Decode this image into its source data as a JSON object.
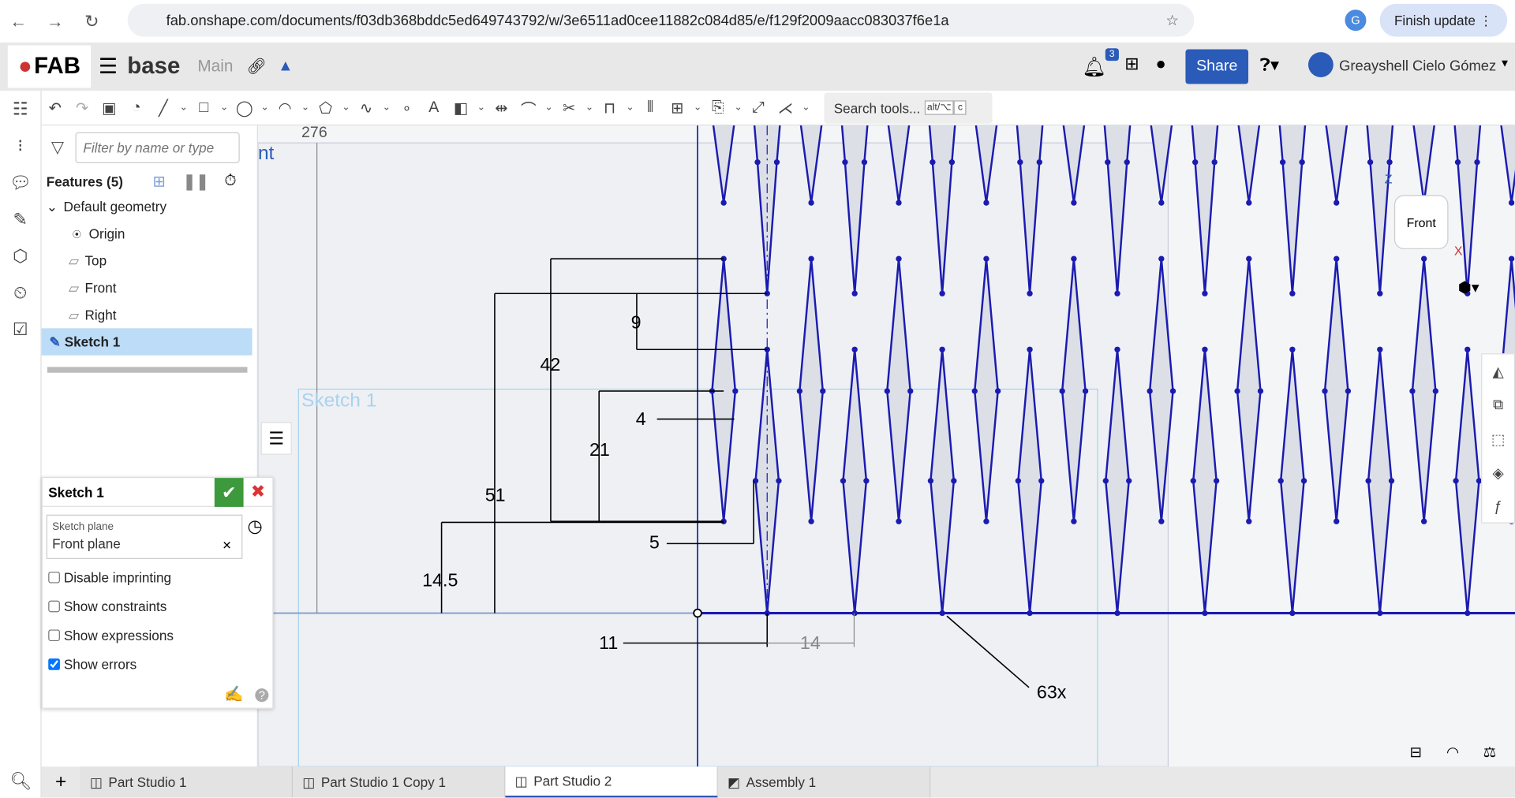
{
  "browser": {
    "url": "fab.onshape.com/documents/f03db368bddc5ed649743792/w/3e6511ad0cee11882c084d85/e/f129f2009aacc083037f6e1a",
    "finish_update": "Finish update",
    "profile_initial": "G"
  },
  "app": {
    "logo": "FAB",
    "doc_name": "base",
    "branch": "Main",
    "notif_count": "3",
    "share": "Share",
    "user": "Greayshell Cielo Gómez"
  },
  "toolbar": {
    "search": "Search tools...",
    "key1": "alt/⌥",
    "key2": "c"
  },
  "features": {
    "filter_placeholder": "Filter by name or type",
    "title": "Features (5)",
    "default_geometry": "Default geometry",
    "items": [
      "Origin",
      "Top",
      "Front",
      "Right"
    ],
    "sketch": "Sketch 1"
  },
  "sketch_dialog": {
    "title": "Sketch 1",
    "plane_label": "Sketch plane",
    "plane_value": "Front plane",
    "options": [
      {
        "label": "Disable imprinting",
        "checked": false
      },
      {
        "label": "Show constraints",
        "checked": false
      },
      {
        "label": "Show expressions",
        "checked": false
      },
      {
        "label": "Show errors",
        "checked": true
      }
    ]
  },
  "canvas": {
    "plane_label": "nt",
    "sketch_label": "Sketch 1",
    "view_cube": "Front",
    "axis_z": "Z",
    "axis_x": "X",
    "dims": {
      "d276": "276",
      "d42": "42",
      "d9": "9",
      "d4": "4",
      "d21": "21",
      "d51": "51",
      "d5": "5",
      "d145": "14.5",
      "d11": "11",
      "d14": "14",
      "pattern": "63x"
    }
  },
  "tabs": [
    "Part Studio 1",
    "Part Studio 1 Copy 1",
    "Part Studio 2",
    "Assembly 1"
  ],
  "colors": {
    "sketch": "#1b1bb0",
    "accent": "#2a5bb8",
    "confirm": "#3c9a3c"
  }
}
